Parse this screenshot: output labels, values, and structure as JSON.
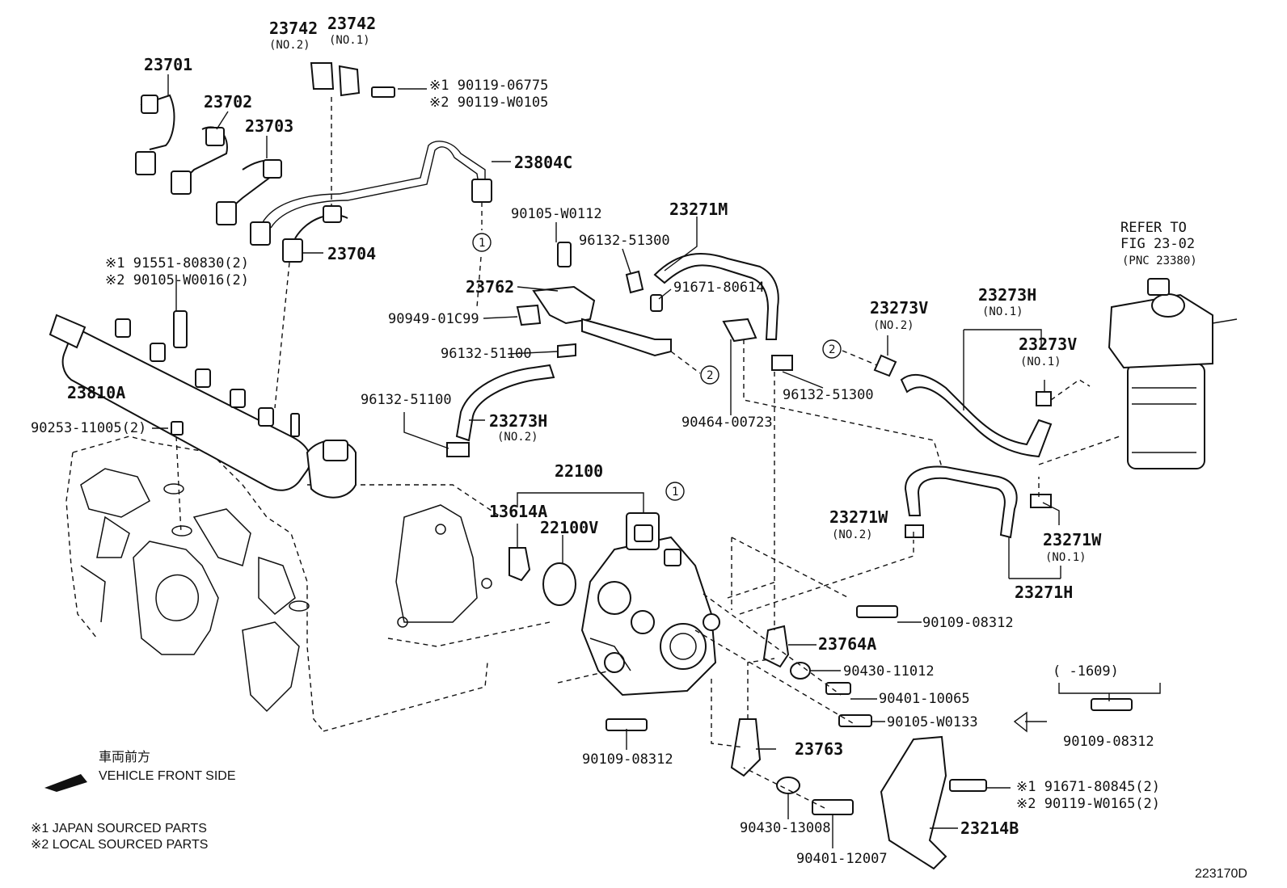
{
  "labels": {
    "p23742_no2": "23742",
    "p23742_no2_sub": "(NO.2)",
    "p23742_no1": "23742",
    "p23742_no1_sub": "(NO.1)",
    "p23701": "23701",
    "p23702": "23702",
    "p23703": "23703",
    "p23704": "23704",
    "p23804c": "23804C",
    "bolt_a1": "※1 90119-06775",
    "bolt_a2": "※2 90119-W0105",
    "bolt_b1": "※1 91551-80830(2)",
    "bolt_b2": "※2 90105-W0016(2)",
    "p23810a": "23810A",
    "p90253": "90253-11005(2)",
    "p90105_w0112": "90105-W0112",
    "p23271m": "23271M",
    "p96132_51300_top": "96132-51300",
    "p23762": "23762",
    "p91671_80614": "91671-80614",
    "p90949": "90949-01C99",
    "p96132_51100_a": "96132-51100",
    "p96132_51100_b": "96132-51100",
    "p23273h_no2": "23273H",
    "p23273h_no2_sub": "(NO.2)",
    "p90464": "90464-00723",
    "p96132_51300_mid": "96132-51300",
    "p23273v_no2": "23273V",
    "p23273v_no2_sub": "(NO.2)",
    "p23273h_no1": "23273H",
    "p23273h_no1_sub": "(NO.1)",
    "p23273v_no1": "23273V",
    "p23273v_no1_sub": "(NO.1)",
    "refer1": "REFER TO",
    "refer2": "FIG 23-02",
    "refer3": "(PNC 23380)",
    "p22100": "22100",
    "p13614a": "13614A",
    "p22100v": "22100V",
    "p23271w_no2": "23271W",
    "p23271w_no2_sub": "(NO.2)",
    "p23271w_no1": "23271W",
    "p23271w_no1_sub": "(NO.1)",
    "p23271h": "23271H",
    "p90109_08312_a": "90109-08312",
    "p23764a": "23764A",
    "p90430_11012": "90430-11012",
    "p90401_10065": "90401-10065",
    "p90105_w0133": "90105-W0133",
    "range_1609": "(   -1609)",
    "p90109_08312_b": "90109-08312",
    "p90109_08312_c": "90109-08312",
    "p23763": "23763",
    "bolt_c1": "※1 91671-80845(2)",
    "bolt_c2": "※2 90119-W0165(2)",
    "p90430_13008": "90430-13008",
    "p23214b": "23214B",
    "p90401_12007": "90401-12007",
    "circle1": "1",
    "circle2": "2"
  },
  "notes": {
    "front_jp": "車両前方",
    "front_en": "VEHICLE FRONT SIDE",
    "legend1": "※1 JAPAN SOURCED PARTS",
    "legend2": "※2 LOCAL SOURCED PARTS",
    "figure_id": "223170D"
  }
}
